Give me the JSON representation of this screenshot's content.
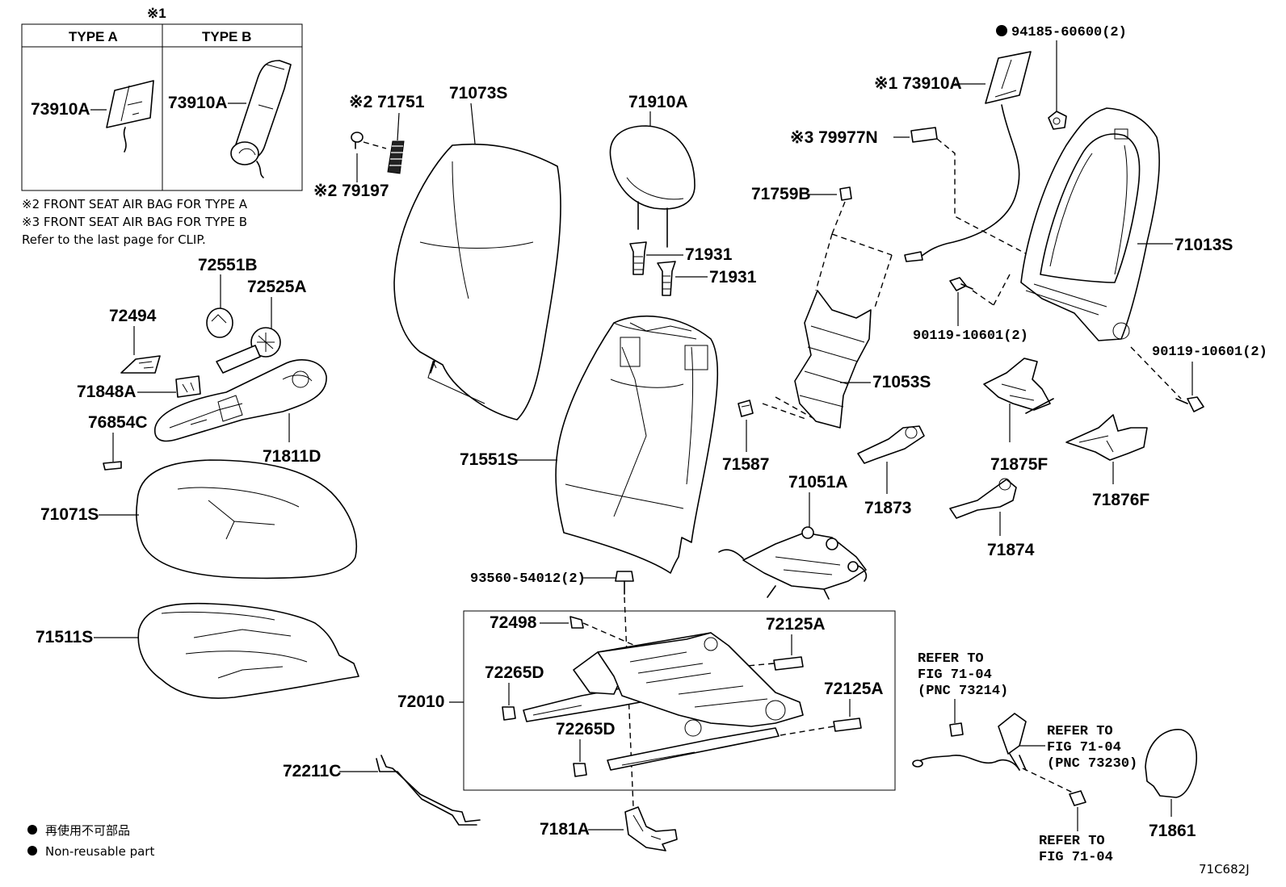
{
  "legend_box": {
    "mark": "※1",
    "type_a": "TYPE A",
    "type_b": "TYPE B",
    "part_a": "73910A",
    "part_b": "73910A"
  },
  "notes": {
    "n2": "※2 FRONT SEAT AIR BAG FOR TYPE A",
    "n3": "※3 FRONT SEAT AIR BAG FOR TYPE B",
    "clip": "Refer to the last page for CLIP."
  },
  "footer": {
    "jp": "再使用不可部品",
    "en": "Non-reusable part",
    "code": "71C682J"
  },
  "labels": {
    "p72551B": "72551B",
    "p72525A": "72525A",
    "p72494": "72494",
    "p71848A": "71848A",
    "p76854C": "76854C",
    "p71811D": "71811D",
    "p71071S": "71071S",
    "p71511S": "71511S",
    "p71751": "※2 71751",
    "p79197": "※2 79197",
    "p71073S": "71073S",
    "p71551S": "71551S",
    "p71910A": "71910A",
    "p71931a": "71931",
    "p71931b": "71931",
    "p93560": "93560-54012(2)",
    "p72498": "72498",
    "p72125A_1": "72125A",
    "p72265D_1": "72265D",
    "p72010": "72010",
    "p72265D_2": "72265D",
    "p72125A_2": "72125A",
    "p72211C": "72211C",
    "p7181A": "7181A",
    "p94185": "94185-60600(2)",
    "p73910A": "※1 73910A",
    "p79977N": "※3 79977N",
    "p71759B": "71759B",
    "p71013S": "71013S",
    "p90119a": "90119-10601(2)",
    "p90119b": "90119-10601(2)",
    "p71053S": "71053S",
    "p71587": "71587",
    "p71051A": "71051A",
    "p71873": "71873",
    "p71875F": "71875F",
    "p71876F": "71876F",
    "p71874": "71874",
    "p71861": "71861",
    "ref1": [
      "REFER TO",
      "FIG 71-04",
      "(PNC 73214)"
    ],
    "ref2": [
      "REFER TO",
      "FIG 71-04",
      "(PNC 73230)"
    ],
    "ref3": [
      "REFER TO",
      "FIG 71-04"
    ]
  }
}
